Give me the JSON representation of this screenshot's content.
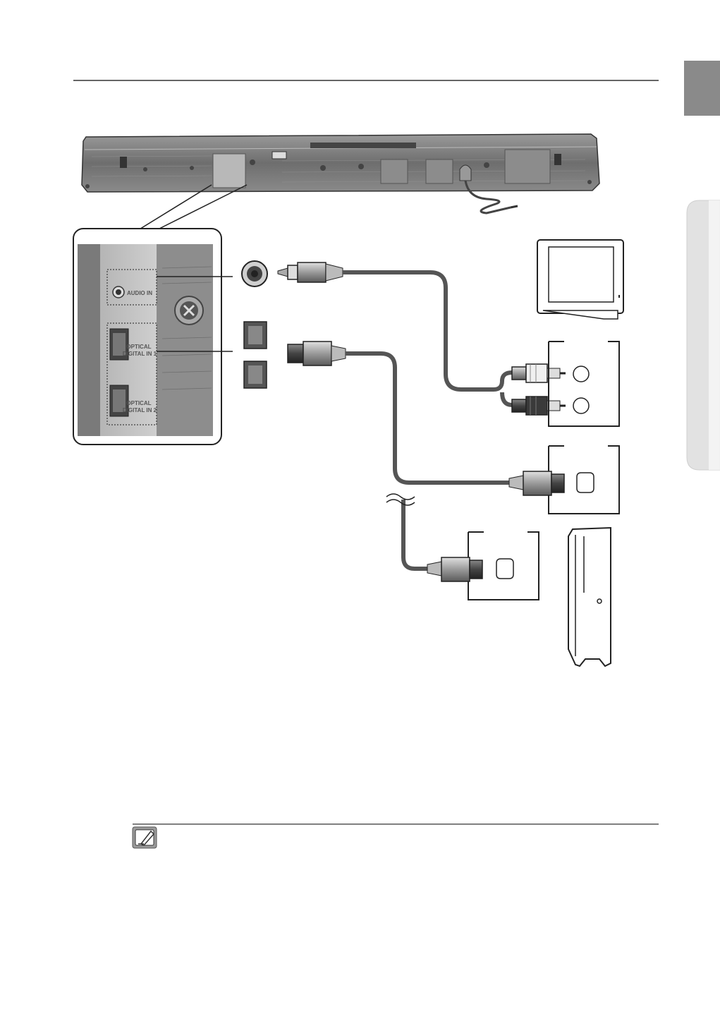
{
  "panel_labels": {
    "audio_in": "AUDIO IN",
    "optical_1": [
      "OPTICAL",
      "DIGITAL IN 1"
    ],
    "optical_2": [
      "OPTICAL",
      "DIGITAL IN 2"
    ]
  },
  "icons": {
    "note": "note-icon"
  },
  "colors": {
    "cable": "#555555",
    "side_tab_dark": "#8a8a8a",
    "side_tab_light": "#e2e2e2"
  }
}
